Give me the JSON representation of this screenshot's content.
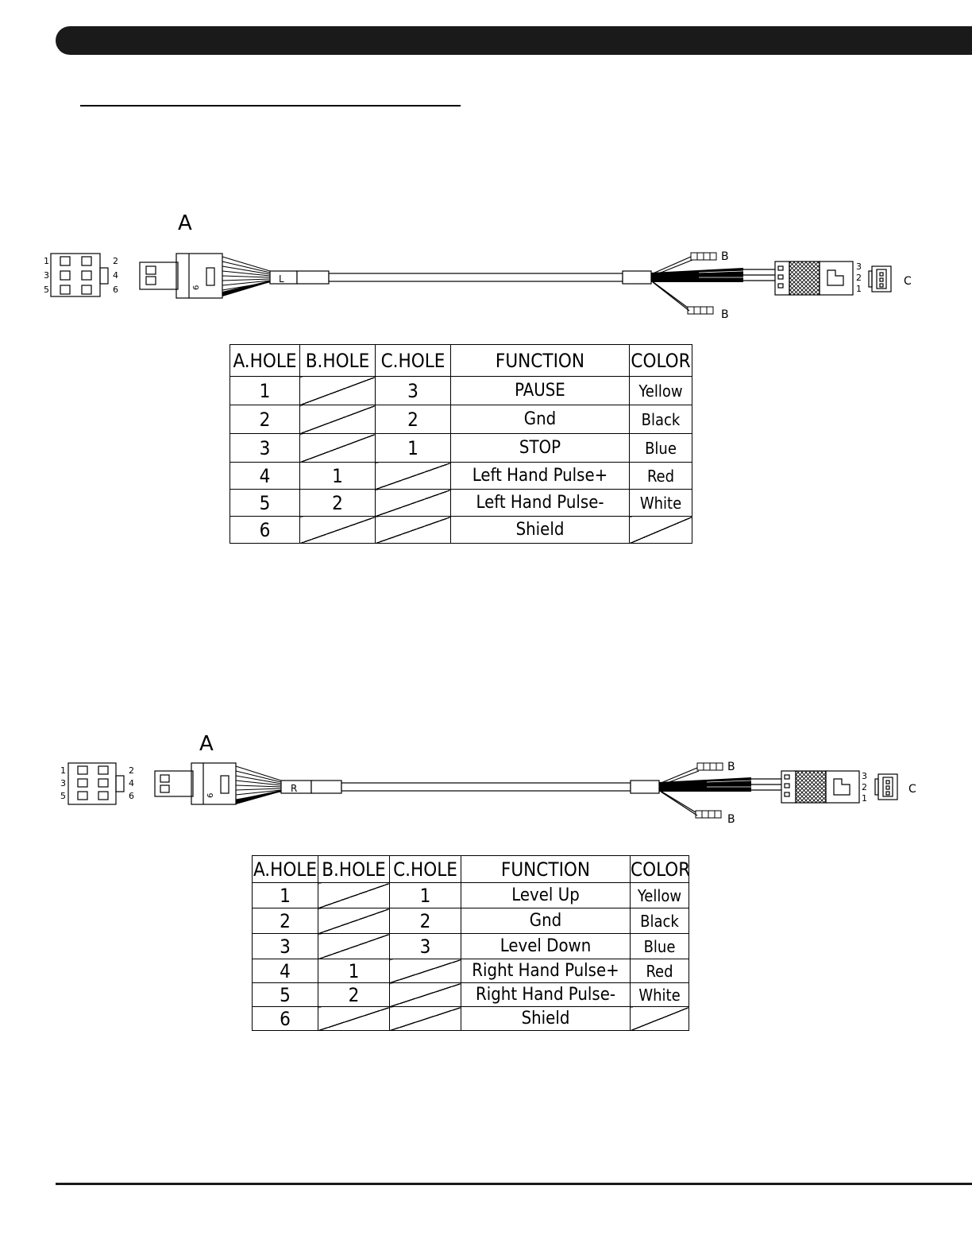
{
  "diagram_left": {
    "connector_a_label": "A",
    "connector_b_label": "B",
    "connector_c_label": "C",
    "side_marker": "L",
    "a_pin_numbers": [
      "1",
      "2",
      "3",
      "4",
      "5",
      "6"
    ],
    "a_body_pin": "6",
    "c_pin_numbers": [
      "3",
      "2",
      "1"
    ]
  },
  "table_left": {
    "headers": [
      "A.HOLE",
      "B.HOLE",
      "C.HOLE",
      "FUNCTION",
      "COLOR"
    ],
    "rows": [
      {
        "a": "1",
        "b": "",
        "c": "3",
        "function": "PAUSE",
        "color": "Yellow"
      },
      {
        "a": "2",
        "b": "",
        "c": "2",
        "function": "Gnd",
        "color": "Black"
      },
      {
        "a": "3",
        "b": "",
        "c": "1",
        "function": "STOP",
        "color": "Blue"
      },
      {
        "a": "4",
        "b": "1",
        "c": "",
        "function": "Left Hand Pulse+",
        "color": "Red"
      },
      {
        "a": "5",
        "b": "2",
        "c": "",
        "function": "Left Hand Pulse-",
        "color": "White"
      },
      {
        "a": "6",
        "b": "",
        "c": "",
        "function": "Shield",
        "color": ""
      }
    ]
  },
  "diagram_right": {
    "connector_a_label": "A",
    "connector_b_label": "B",
    "connector_c_label": "C",
    "side_marker": "R",
    "a_pin_numbers": [
      "1",
      "2",
      "3",
      "4",
      "5",
      "6"
    ],
    "a_body_pin": "6",
    "c_pin_numbers": [
      "3",
      "2",
      "1"
    ]
  },
  "table_right": {
    "headers": [
      "A.HOLE",
      "B.HOLE",
      "C.HOLE",
      "FUNCTION",
      "COLOR"
    ],
    "rows": [
      {
        "a": "1",
        "b": "",
        "c": "1",
        "function": "Level Up",
        "color": "Yellow"
      },
      {
        "a": "2",
        "b": "",
        "c": "2",
        "function": "Gnd",
        "color": "Black"
      },
      {
        "a": "3",
        "b": "",
        "c": "3",
        "function": "Level Down",
        "color": "Blue"
      },
      {
        "a": "4",
        "b": "1",
        "c": "",
        "function": "Right Hand Pulse+",
        "color": "Red"
      },
      {
        "a": "5",
        "b": "2",
        "c": "",
        "function": "Right Hand Pulse-",
        "color": "White"
      },
      {
        "a": "6",
        "b": "",
        "c": "",
        "function": "Shield",
        "color": ""
      }
    ]
  }
}
